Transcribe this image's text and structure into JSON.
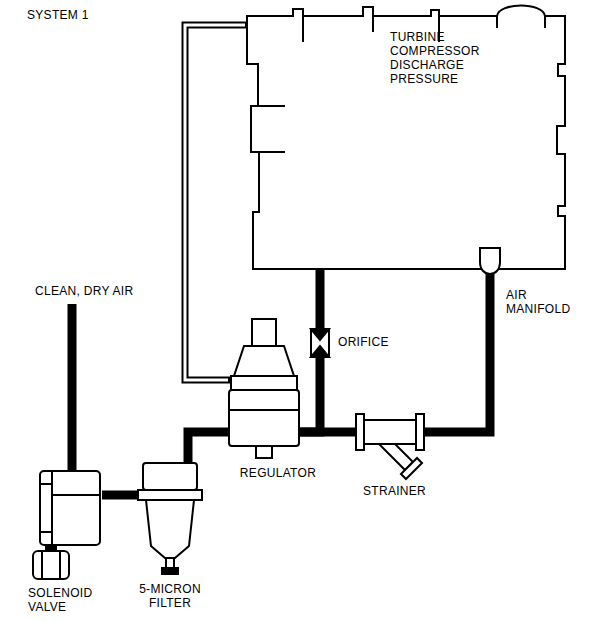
{
  "diagram": {
    "title": "SYSTEM 1",
    "nodes": [
      {
        "text": [
          "TURBINE COMPRESSOR DISCHARGE PRESSURE"
        ]
      },
      {
        "text": [
          "AIR MANIFOLD"
        ]
      },
      {
        "text": [
          "SOLENOID VALVE"
        ]
      },
      {
        "text": [
          "5-MICRON FILTER"
        ]
      },
      {
        "text": [
          "REGULATOR"
        ]
      },
      {
        "text": [
          "ORIFICE"
        ]
      },
      {
        "text": [
          "STRAINER"
        ]
      }
    ],
    "edges": [
      {
        "from": 2,
        "to": 3,
        "arrow": "none"
      },
      {
        "from": 3,
        "to": 4,
        "arrow": "none"
      },
      {
        "from": 4,
        "to": 5,
        "arrow": "none"
      },
      {
        "from": 4,
        "to": 6,
        "arrow": "none"
      },
      {
        "from": 6,
        "to": 1,
        "arrow": "none"
      },
      {
        "from": 5,
        "to": 0,
        "arrow": "none"
      },
      {
        "from": 4,
        "to": 0,
        "arrow": "none"
      }
    ],
    "labels": [
      "CLEAN, DRY AIR"
    ]
  }
}
